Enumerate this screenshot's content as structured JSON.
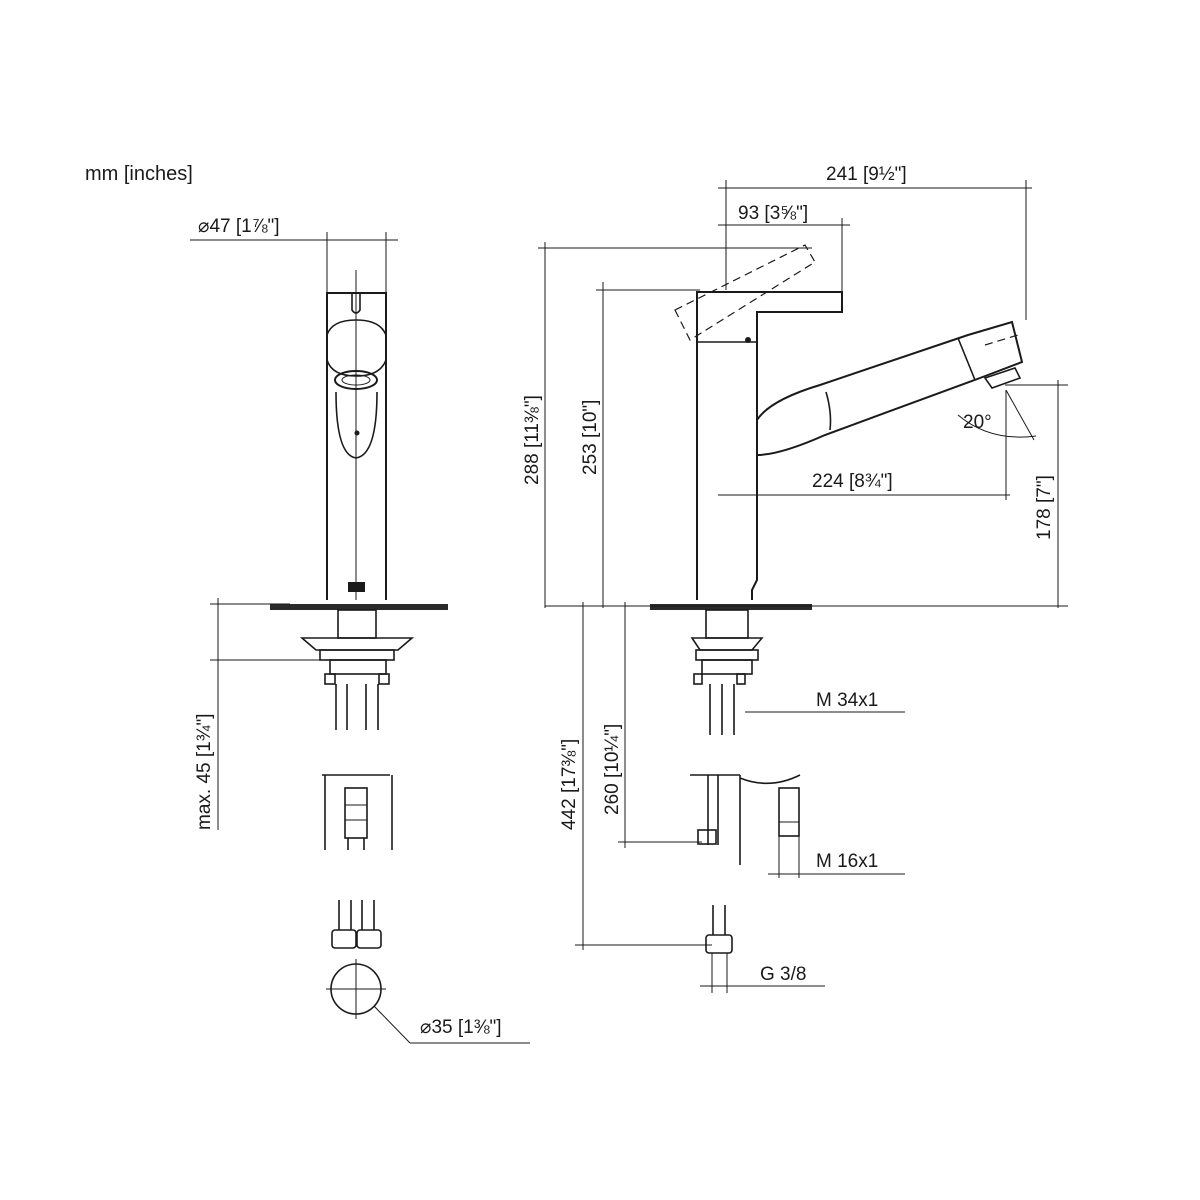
{
  "units_label": "mm [inches]",
  "front_view": {
    "diameter_top": "⌀47 [1⅞\"]",
    "max_45": "max. 45 [1¾\"]",
    "diameter_bottom": "⌀35 [1⅜\"]"
  },
  "side_view": {
    "dim_241": "241 [9½\"]",
    "dim_93": "93 [3⅝\"]",
    "dim_288": "288 [11⅜\"]",
    "dim_253": "253 [10\"]",
    "dim_224": "224 [8¾\"]",
    "dim_178": "178 [7\"]",
    "angle_20": "20°",
    "dim_442": "442 [17⅜\"]",
    "dim_260": "260 [10¼\"]",
    "thread_m34": "M 34x1",
    "thread_m16": "M 16x1",
    "thread_g38": "G 3/8"
  }
}
